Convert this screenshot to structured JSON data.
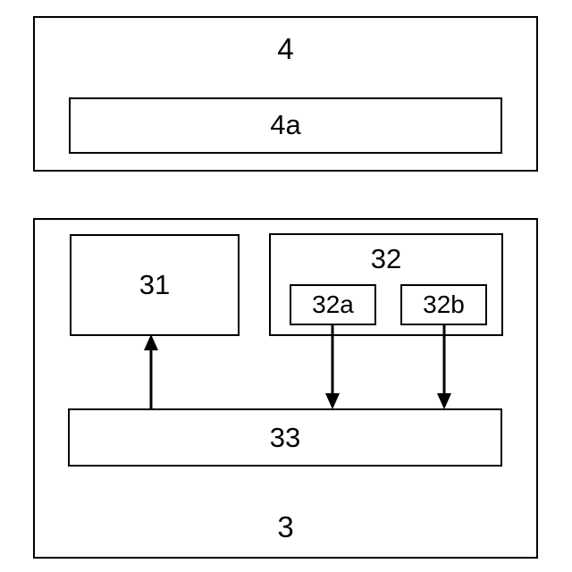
{
  "diagram": {
    "title": "",
    "background_color": "#ffffff",
    "line_color": "#000000",
    "modules": [
      {
        "id": "module-4",
        "label": "4",
        "children": [
          {
            "id": "block-4a",
            "label": "4a"
          }
        ]
      },
      {
        "id": "module-3",
        "label": "3",
        "children": [
          {
            "id": "block-31",
            "label": "31"
          },
          {
            "id": "block-32",
            "label": "32",
            "children": [
              {
                "id": "block-32a",
                "label": "32a"
              },
              {
                "id": "block-32b",
                "label": "32b"
              }
            ]
          },
          {
            "id": "block-33",
            "label": "33"
          }
        ]
      }
    ],
    "connectors": [
      {
        "id": "arrow-33-to-31",
        "from": "block-33",
        "to": "block-31",
        "direction": "up"
      },
      {
        "id": "arrow-32a-to-33",
        "from": "block-32a",
        "to": "block-33",
        "direction": "down"
      },
      {
        "id": "arrow-32b-to-33",
        "from": "block-32b",
        "to": "block-33",
        "direction": "down"
      }
    ]
  }
}
